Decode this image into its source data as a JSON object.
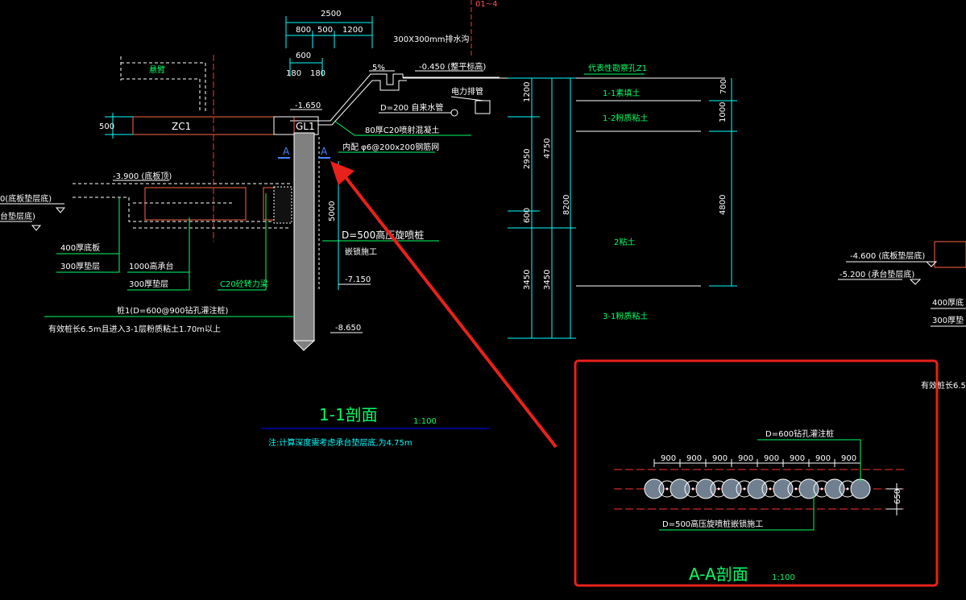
{
  "view": {
    "background": "#000000",
    "colors": {
      "dimension": "#00ffff",
      "annotation": "#00ff66",
      "text": "#ffffff",
      "section_line": "#ff3333",
      "pile": "#808080",
      "highlight_box": "#e8211b",
      "arrow": "#e8211b",
      "title_underline": "#0000ff"
    }
  },
  "top_dims": {
    "total": "2500",
    "a": "800",
    "b": "500",
    "c": "1200",
    "d": "600",
    "e": "180",
    "f": "180"
  },
  "labels": {
    "top_red": "01~4",
    "ditch": "300X300mm排水沟",
    "slope": "5%",
    "level_ground": "-0.450 (整平标高)",
    "electric": "电力排管",
    "water_pipe": "D=200 自来水管",
    "level_beam": "-1.650",
    "beam_top": "悬臂",
    "zc1": "ZC1",
    "gl1": "GL1",
    "dim_500": "500",
    "section_a_left": "A",
    "section_a_right": "A",
    "concrete": "80厚C20喷射混凝土",
    "mesh": "内配 φ6@200x200钢筋网",
    "level_bottom_slab": "-3.900 (底板顶)",
    "left_cut_1": "0(底板垫层底)",
    "left_cut_2": "台垫层底)",
    "floor_400": "400厚底板",
    "pad_300a": "300厚垫层",
    "cap_1000": "1000高承台",
    "pad_300b": "300厚垫层",
    "beam_c20": "C20砼转力梁",
    "pile_desc": "桩1(D=600@900钻孔灌注桩)",
    "pile_len": "有效桩长6.5m且进入3-1层粉质粘土1.70m以上",
    "jet_grout": "D=500高压旋喷桩",
    "jet_method": "嵌锁施工",
    "dim_5000": "5000",
    "level_715": "-7.150",
    "level_865": "-8.650",
    "title_11": "1-1剖面",
    "scale_11": "1:100",
    "note": "注:计算深度需考虑承台垫层底,为4.75m"
  },
  "soil": {
    "borehole": "代表性勘察孔Z1",
    "layer_1": "1-1素填土",
    "layer_2": "1-2粉质粘土",
    "layer_3": "2粘土",
    "layer_4": "3-1粉质粘土",
    "d_700": "700",
    "d_1000": "1000",
    "d_4800": "4800",
    "d_1200": "1200",
    "d_2950": "2950",
    "d_600": "600",
    "d_3450a": "3450",
    "d_4750": "4750",
    "d_3450b": "3450",
    "d_8200": "8200"
  },
  "right_cut": {
    "level_1": "-4.600 (底板垫层底)",
    "level_2": "-5.200 (承台垫层底)",
    "floor": "400厚底",
    "pad": "300厚垫",
    "pile": "有效桩长6.5"
  },
  "section_aa": {
    "bored_pile": "D=600钻孔灌注桩",
    "spacing": [
      "900",
      "900",
      "900",
      "900",
      "900",
      "900",
      "900",
      "900"
    ],
    "width": "650",
    "jet_grout": "D=500高压旋喷桩嵌锁施工",
    "title": "A-A剖面",
    "scale": "1:100"
  }
}
